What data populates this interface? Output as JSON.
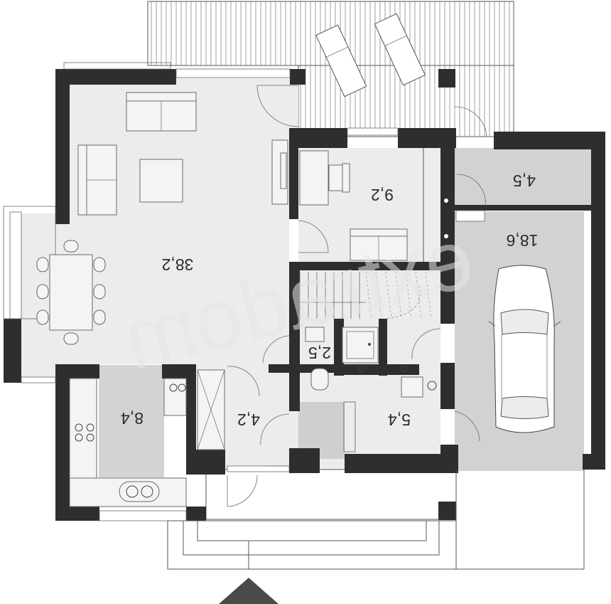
{
  "rooms": {
    "living": {
      "area": "38,2"
    },
    "office": {
      "area": "9,2"
    },
    "boiler": {
      "area": "4,5"
    },
    "garage": {
      "area": "18,6"
    },
    "wc": {
      "area": "2,5"
    },
    "kitchen": {
      "area": "8,4"
    },
    "hall": {
      "area": "4,2"
    },
    "utility": {
      "area": "5,4"
    }
  },
  "watermark": "extradom",
  "colors": {
    "wall": "#2e2e2e",
    "floor_light": "#ececec",
    "floor_grey": "#cfcfcf",
    "garage_floor": "#d2d2d2"
  }
}
